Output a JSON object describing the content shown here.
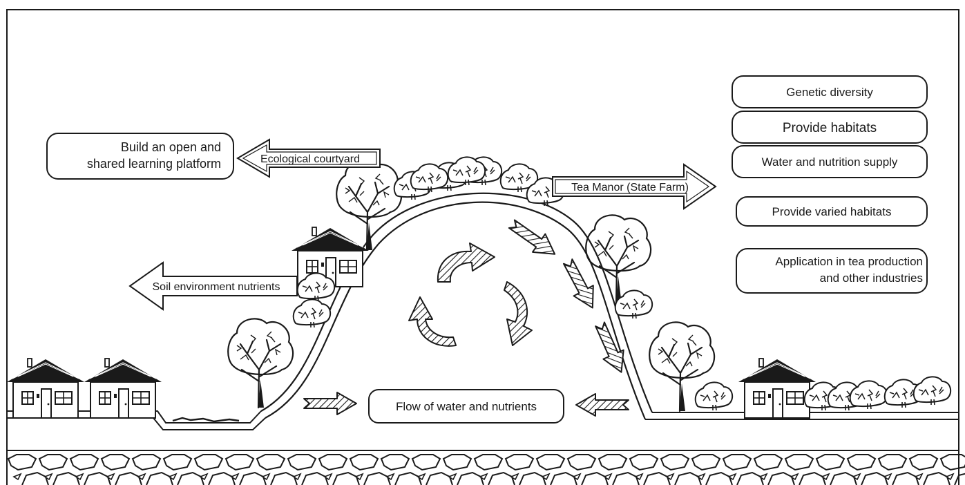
{
  "labels": {
    "open_platform_line1": "Build an open and",
    "open_platform_line2": "shared learning platform",
    "ecological_courtyard": "Ecological courtyard",
    "soil_nutrients": "Soil environment nutrients",
    "tea_manor": "Tea Manor (State Farm)",
    "flow": "Flow of water and nutrients"
  },
  "benefits": [
    "Genetic diversity",
    "Provide habitats",
    "Water and nutrition supply",
    "Provide varied habitats"
  ],
  "application": {
    "line1": "Application in tea production",
    "line2": "and other industries"
  },
  "colors": {
    "ink": "#1a1a1a",
    "background": "#ffffff"
  }
}
